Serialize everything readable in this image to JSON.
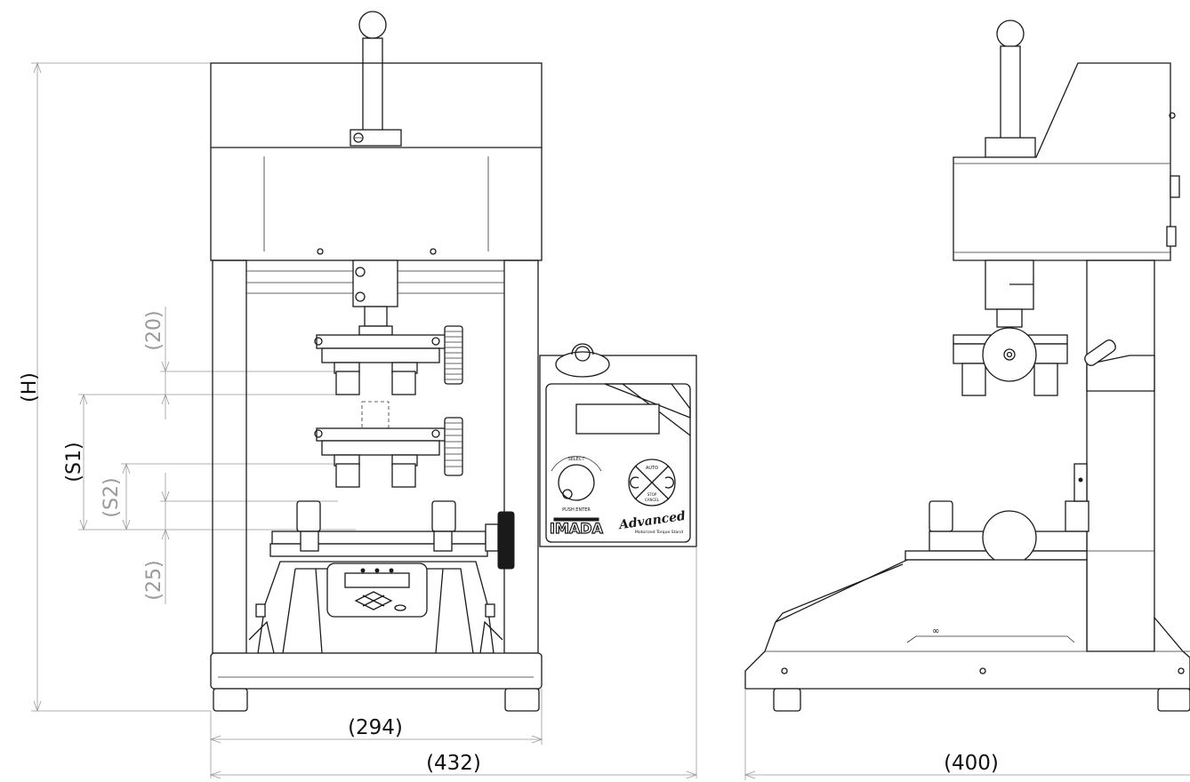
{
  "dimensions": {
    "height": "(H)",
    "stroke1": "(S1)",
    "stroke2": "(S2)",
    "gap20": "(20)",
    "gap25": "(25)",
    "width_inner": "(294)",
    "width_total": "(432)",
    "depth": "(400)"
  },
  "panel": {
    "select_label": "SELECT",
    "push_enter_label": "PUSH ENTER",
    "auto_label": "AUTO",
    "stop_label": "STOP",
    "cancel_label": "CANCEL",
    "brand": "IMADA",
    "model_script": "Advanced",
    "model_sub": "Motorized Torque Stand"
  },
  "colors": {
    "line": "#1a1a1a",
    "dimension_line": "#999999",
    "grey_text": "#9a9a9a"
  }
}
